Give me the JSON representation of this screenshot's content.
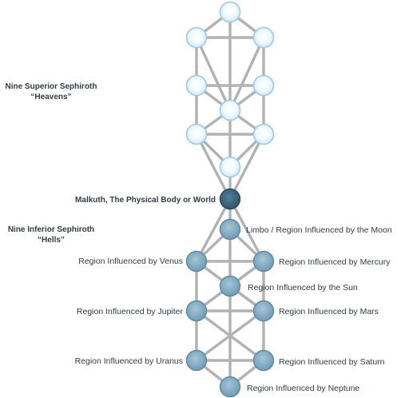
{
  "headings": {
    "superior_title": "Nine Superior Sephiroth",
    "superior_subtitle": "“Heavens”",
    "malkuth": "Malkuth, The Physical Body or World",
    "inferior_title": "Nine Inferior Sephiroth",
    "inferior_subtitle": "“Hells”"
  },
  "regions": {
    "moon": "Limbo / Region Influenced by the Moon",
    "venus": "Region Influenced by Venus",
    "mercury": "Region Influenced by Mercury",
    "sun": "Region Influenced by the Sun",
    "jupiter": "Region Influenced by Jupiter",
    "mars": "Region Influenced by Mars",
    "uranus": "Region Influenced by Uranus",
    "saturn": "Region Influenced by Saturn",
    "neptune": "Region Influenced by Neptune"
  },
  "colors": {
    "upper_node": "#e2f3ff",
    "upper_node_ring": "#9cc9ec",
    "malkuth_node": "#3c6780",
    "lower_node": "#86aec4",
    "lower_node_ring": "#5d8aa3",
    "edge": "#b2b2b2",
    "text": "#2f3d46"
  }
}
